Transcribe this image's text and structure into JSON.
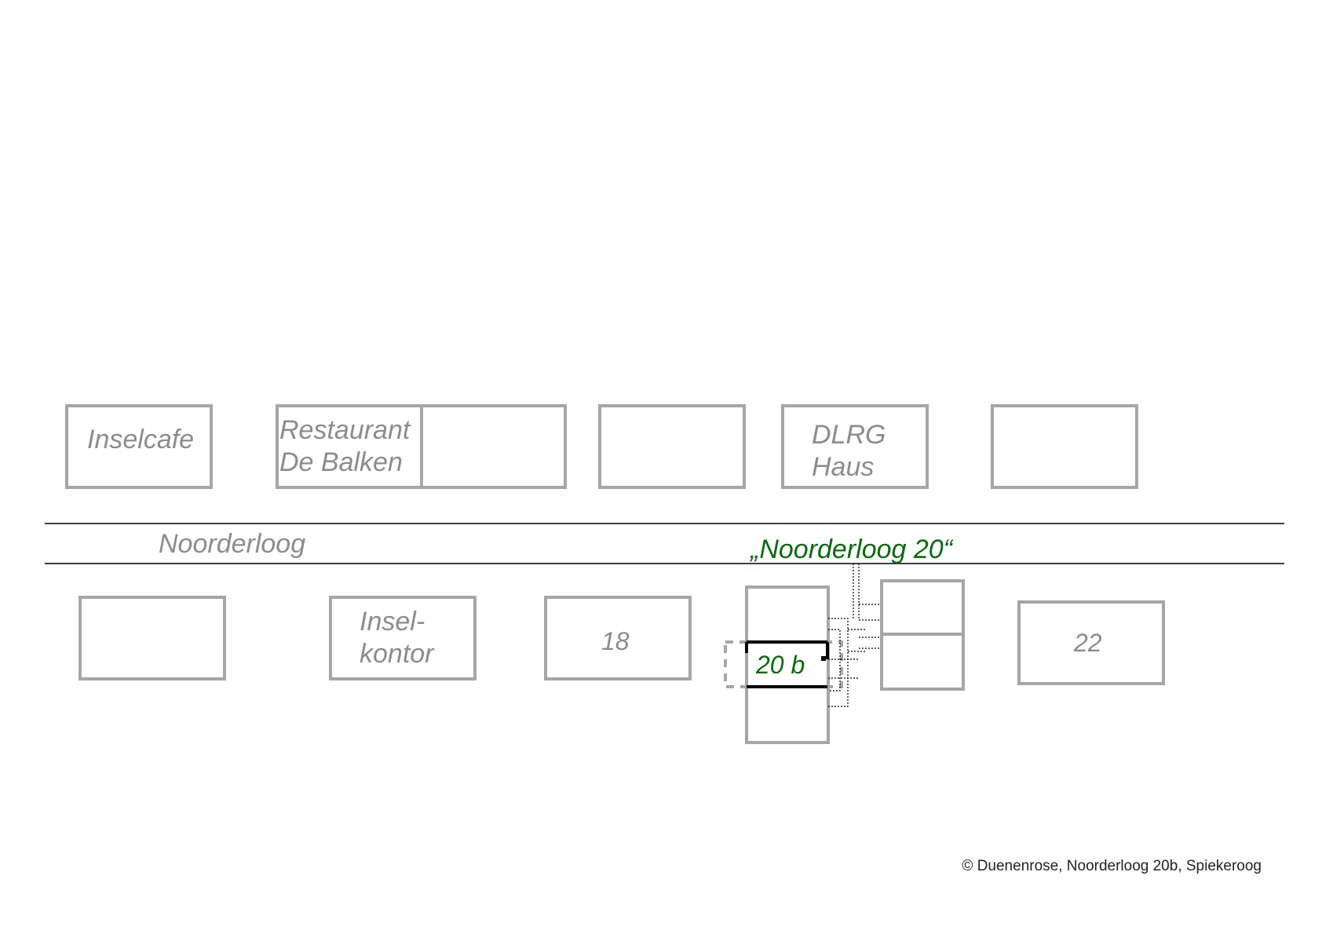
{
  "map": {
    "north_buildings": {
      "inselcafe": "Inselcafe",
      "restaurant_line1": "Restaurant",
      "restaurant_line2": "De Balken",
      "dlrg_line1": "DLRG",
      "dlrg_line2": "Haus"
    },
    "street": {
      "name": "Noorderloog",
      "highlight": "„Noorderloog 20“"
    },
    "south_buildings": {
      "inselkontor_line1": "Insel-",
      "inselkontor_line2": "kontor",
      "no_18": "18",
      "no_20b": "20 b",
      "no_22": "22"
    },
    "colors": {
      "building_outline": "#a6a6a6",
      "label_gray": "#8c8c8c",
      "highlight_green": "#0b6b10"
    },
    "copyright": "© Duenenrose, Noorderloog 20b, Spiekeroog"
  }
}
